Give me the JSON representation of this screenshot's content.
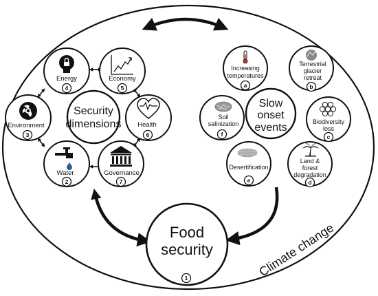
{
  "diagram": {
    "outer_label": "Climate change",
    "food": {
      "line1": "Food",
      "line2": "security",
      "badge": "1"
    },
    "security_center": {
      "line1": "Security",
      "line2": "dimensions"
    },
    "slow_center": {
      "line1": "Slow",
      "line2": "onset",
      "line3": "events"
    },
    "security_nodes": [
      {
        "id": "energy",
        "label": "Energy",
        "badge": "4",
        "icon": "lightbulb-lock-icon"
      },
      {
        "id": "economy",
        "label": "Economy",
        "badge": "5",
        "icon": "line-chart-icon"
      },
      {
        "id": "health",
        "label": "Health",
        "badge": "6",
        "icon": "heart-pulse-icon"
      },
      {
        "id": "governance",
        "label": "Governance",
        "badge": "7",
        "icon": "government-building-icon"
      },
      {
        "id": "water",
        "label": "Water",
        "badge": "2",
        "icon": "water-tap-icon"
      },
      {
        "id": "environment",
        "label": "Environment",
        "badge": "3",
        "icon": "recycle-globe-icon"
      }
    ],
    "slow_nodes": [
      {
        "id": "temperatures",
        "line1": "Increasing",
        "line2": "temperatures",
        "badge": "a",
        "icon": "thermometer-icon"
      },
      {
        "id": "glacier",
        "line1": "Terrestrial",
        "line2": "glacier",
        "line3": "retreat",
        "badge": "b",
        "icon": "glacier-icon"
      },
      {
        "id": "biodiversity",
        "line1": "Biodiversity",
        "line2": "loss",
        "badge": "c",
        "icon": "biodiversity-icon"
      },
      {
        "id": "land",
        "line1": "Land &",
        "line2": "forest",
        "line3": "degradation",
        "badge": "d",
        "icon": "palm-tree-icon"
      },
      {
        "id": "desertification",
        "line1": "Desertification",
        "badge": "e",
        "icon": "desert-texture-icon"
      },
      {
        "id": "salinization",
        "line1": "Soil",
        "line2": "salinization",
        "badge": "f",
        "icon": "salt-crust-icon"
      }
    ]
  }
}
